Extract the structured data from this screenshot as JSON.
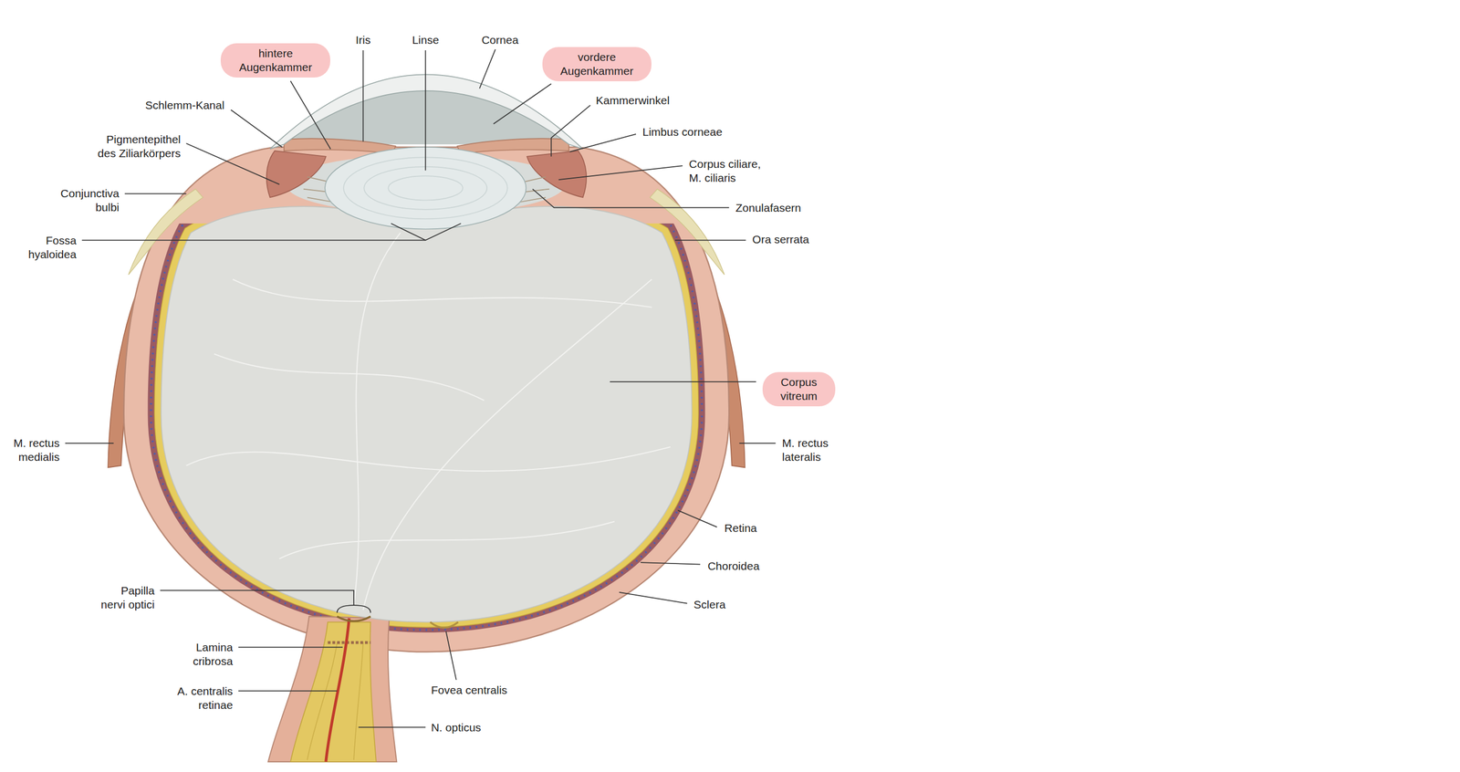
{
  "diagram": {
    "nodes": [
      {
        "text": [
          "hintere Augenkammer"
        ]
      },
      {
        "text": [
          "vordere Augenkammer"
        ]
      },
      {
        "text": [
          "Corpus vitreum"
        ]
      }
    ],
    "labels": [
      "Iris",
      "Linse",
      "Cornea",
      "Schlemm-Kanal",
      "Kammerwinkel",
      "Limbus corneae",
      "Pigmentepithel des Ziliarkörpers",
      "Corpus ciliare, M. ciliaris",
      "Conjunctiva bulbi",
      "Zonulafasern",
      "Fossa hyaloidea",
      "Ora serrata",
      "M. rectus medialis",
      "M. rectus lateralis",
      "Retina",
      "Choroidea",
      "Sclera",
      "Papilla nervi optici",
      "Lamina cribrosa",
      "A. centralis retinae",
      "Fovea centralis",
      "N. opticus"
    ]
  }
}
